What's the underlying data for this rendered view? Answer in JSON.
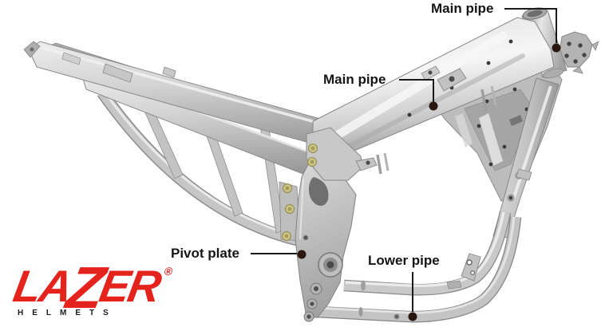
{
  "diagram": {
    "background_color": "#ffffff",
    "label_style": {
      "text_color": "#151515",
      "leader_color": "#1a1a1a",
      "marker_color": "#2a180e"
    },
    "labels": [
      {
        "id": "main-pipe-top",
        "text": "Main pipe"
      },
      {
        "id": "main-pipe-mid",
        "text": "Main pipe"
      },
      {
        "id": "pivot-plate",
        "text": "Pivot plate"
      },
      {
        "id": "lower-pipe",
        "text": "Lower pipe"
      }
    ],
    "frame_colors": {
      "metal_light": "#f4f4f4",
      "metal_mid": "#c9c9c9",
      "metal_dark": "#8f8f8f",
      "bolt_yellow": "#cdc488"
    }
  },
  "logo": {
    "brand": "LAZER",
    "brand_parts": {
      "la": "LA",
      "z": "Z",
      "er": "ER"
    },
    "registered_mark": "®",
    "tagline": "HELMETS",
    "brand_color": "#e3231c",
    "tagline_color": "#1c1c1c"
  }
}
